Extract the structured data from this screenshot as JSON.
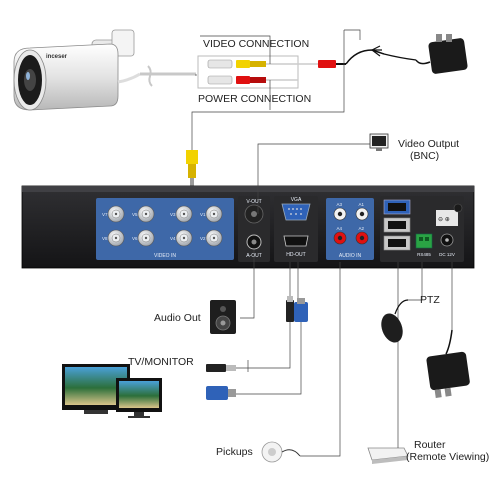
{
  "labels": {
    "video_connection": "VIDEO CONNECTION",
    "power_connection": "POWER CONNECTION",
    "video_output": "Video Output",
    "video_output_sub": "(BNC)",
    "audio_out": "Audio Out",
    "tv_monitor": "TV/MONITOR",
    "ptz": "PTZ",
    "pickups": "Pickups",
    "router": "Router",
    "router_sub": "(Remote Viewing)"
  },
  "dvr": {
    "video_in": "VIDEO IN",
    "v_out": "V-OUT",
    "a_out": "A-OUT",
    "vga": "VGA",
    "hd_out": "HD-OUT",
    "audio_in": "AUDIO IN",
    "rs485": "RS485",
    "dc12v": "DC 12V",
    "bnc_top": [
      "V7",
      "V5",
      "V3",
      "V1"
    ],
    "bnc_bottom": [
      "V8",
      "V6",
      "V4",
      "V2"
    ],
    "audio_top": [
      "A3",
      "A1"
    ],
    "audio_bottom": [
      "A4",
      "A2"
    ]
  },
  "camera": {
    "brand": "inceser"
  },
  "colors": {
    "panel": "#3e68a8",
    "chassis": "#1d1d1f",
    "cable": "#222222",
    "yellow_plug": "#f2d200",
    "red_plug": "#e01010"
  }
}
